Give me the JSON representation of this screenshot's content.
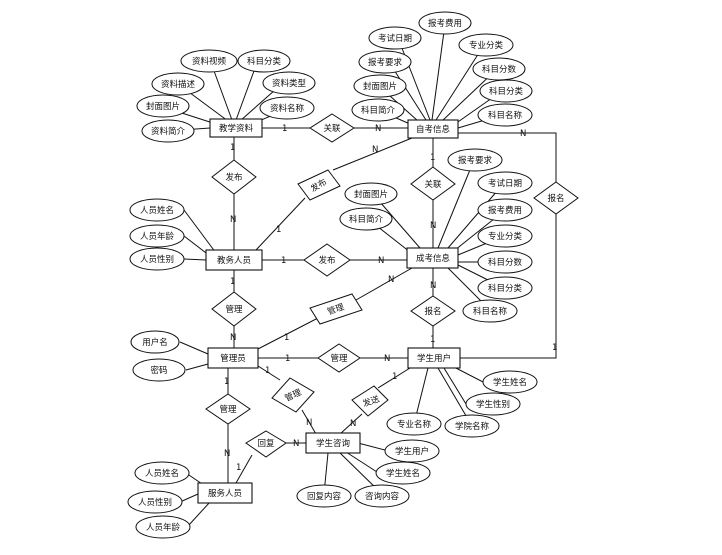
{
  "entities": {
    "teaching_material": "教学资料",
    "self_exam_info": "自考信息",
    "staff": "教务人员",
    "adult_exam_info": "成考信息",
    "admin": "管理员",
    "student_user": "学生用户",
    "student_consult": "学生咨询",
    "service_staff": "服务人员"
  },
  "relationships": {
    "link": "关联",
    "publish_material": "发布",
    "publish_self": "发布",
    "publish_adult": "发布",
    "link_exam": "关联",
    "register_self": "报名",
    "register_adult": "报名",
    "manage_staff": "管理",
    "manage_exam": "管理",
    "manage_student": "管理",
    "manage_service": "管理",
    "manage_consult": "管理",
    "send": "发送",
    "reply": "回复"
  },
  "attributes": {
    "material_video": "资料视频",
    "material_subject_cat": "科目分类",
    "material_desc": "资料描述",
    "material_type": "资料类型",
    "material_cover": "封面图片",
    "material_name": "资料名称",
    "material_intro": "资料简介",
    "self_fee": "报考费用",
    "self_date": "考试日期",
    "self_major": "专业分类",
    "self_req": "报考要求",
    "self_score": "科目分数",
    "self_cover": "封面图片",
    "self_subject_cat": "科目分类",
    "self_subject_intro": "科目简介",
    "self_subject_name": "科目名称",
    "adult_req": "报考要求",
    "adult_date": "考试日期",
    "adult_cover": "封面图片",
    "adult_fee": "报考费用",
    "adult_subject_intro": "科目简介",
    "adult_major": "专业分类",
    "adult_score": "科目分数",
    "adult_subject_cat": "科目分类",
    "adult_subject_name": "科目名称",
    "staff_name": "人员姓名",
    "staff_age": "人员年龄",
    "staff_gender": "人员性别",
    "admin_username": "用户名",
    "admin_password": "密码",
    "stu_name": "学生姓名",
    "stu_gender": "学生性别",
    "stu_major": "专业名称",
    "stu_school": "学院名称",
    "consult_user": "学生用户",
    "consult_name": "学生姓名",
    "consult_reply": "回复内容",
    "consult_content": "咨询内容",
    "svc_name": "人员姓名",
    "svc_gender": "人员性别",
    "svc_age": "人员年龄"
  },
  "cardinality": {
    "one": "1",
    "many": "N"
  }
}
